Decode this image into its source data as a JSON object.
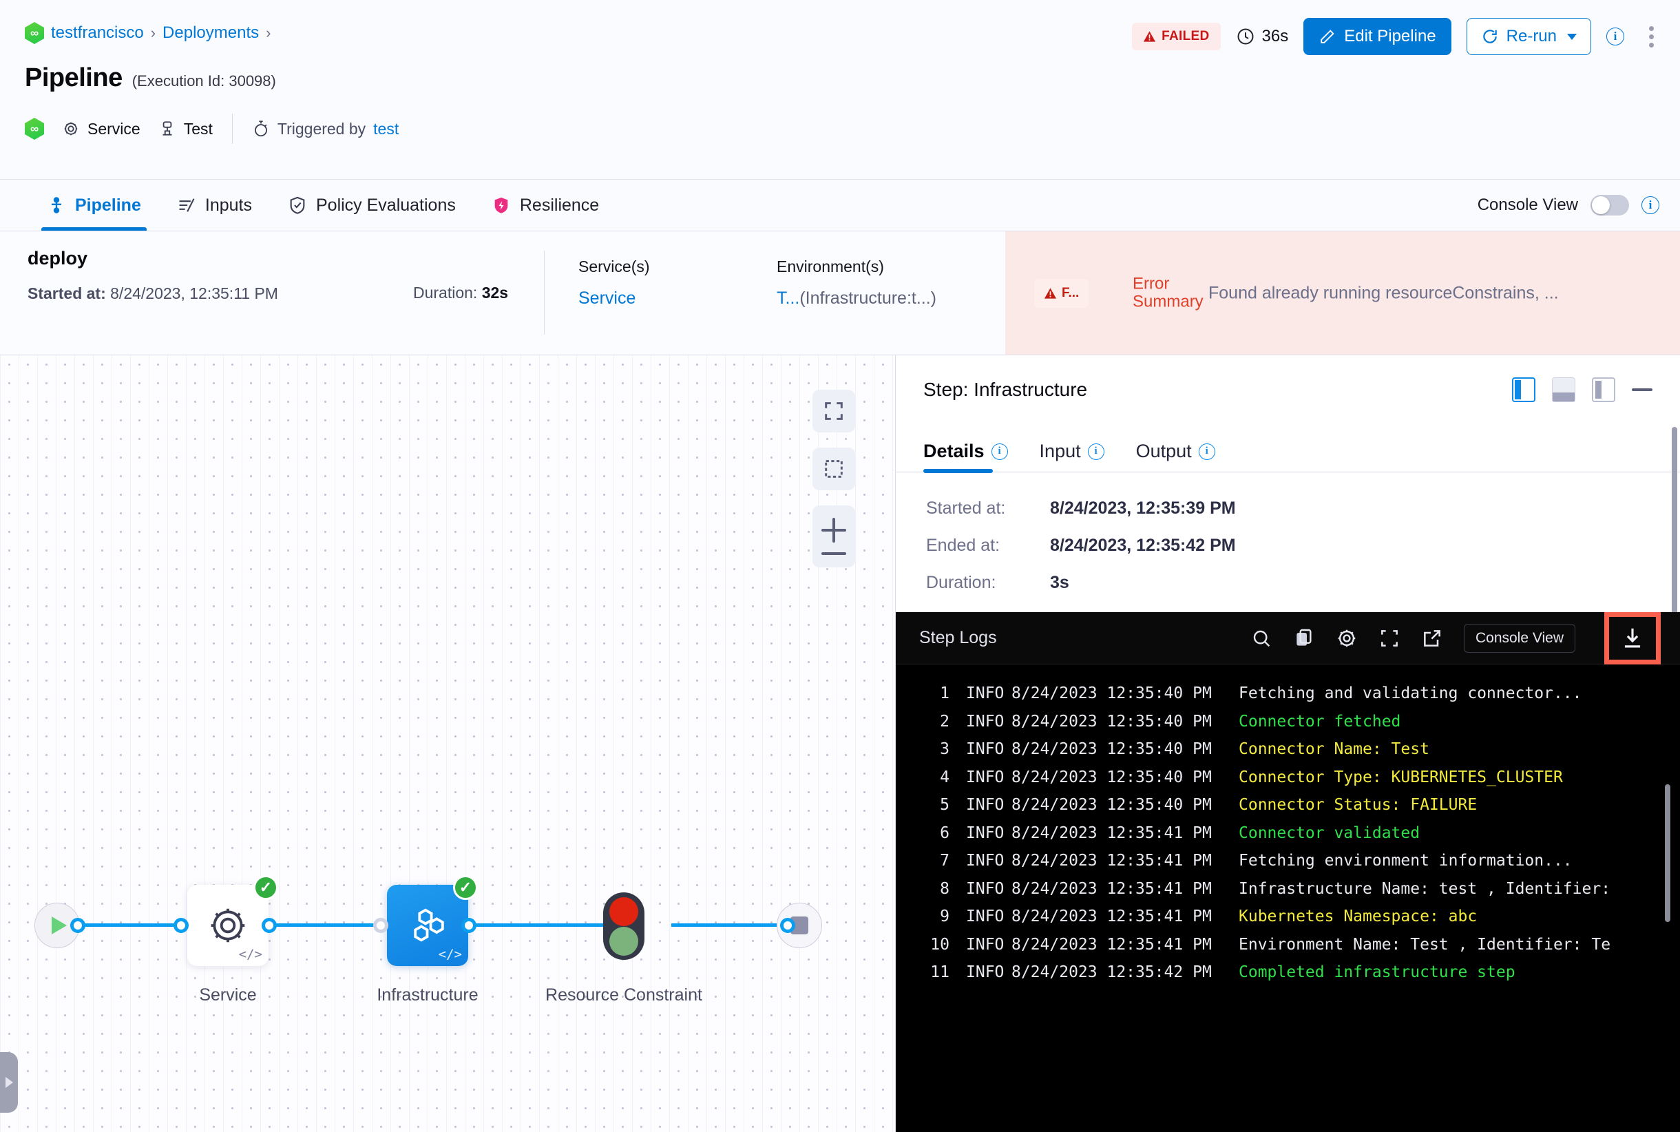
{
  "breadcrumb": {
    "logo_icon": "harness-logo-icon",
    "items": [
      {
        "label": "testfrancisco",
        "link": true
      },
      {
        "label": "Deployments",
        "link": true
      }
    ],
    "separator": "›"
  },
  "header": {
    "title": "Pipeline",
    "execution_id": "(Execution Id: 30098)",
    "meta": {
      "service_label": "Service",
      "service_icon": "gear-icon",
      "test_label": "Test",
      "test_icon": "infrastructure-icon",
      "trigger_icon": "stopwatch-icon",
      "triggered_by_label": "Triggered by",
      "triggered_by_user": "test"
    },
    "actions": {
      "status_badge": "FAILED",
      "status_icon": "warning-triangle-icon",
      "duration": "36s",
      "duration_icon": "clock-icon",
      "edit_label": "Edit Pipeline",
      "edit_icon": "pencil-icon",
      "rerun_label": "Re-run",
      "rerun_icon": "refresh-icon",
      "info_icon": "info-icon",
      "more_icon": "kebab-menu-icon"
    }
  },
  "tabs": {
    "items": [
      {
        "label": "Pipeline",
        "icon": "pipeline-icon",
        "active": true
      },
      {
        "label": "Inputs",
        "icon": "inputs-icon",
        "active": false
      },
      {
        "label": "Policy Evaluations",
        "icon": "shield-check-icon",
        "active": false
      },
      {
        "label": "Resilience",
        "icon": "resilience-icon",
        "active": false
      }
    ],
    "console_view_label": "Console View",
    "console_view_on": false,
    "info_icon": "info-icon"
  },
  "summary": {
    "stage_name": "deploy",
    "started_label": "Started at:",
    "started_value": "8/24/2023, 12:35:11 PM",
    "duration_label": "Duration:",
    "duration_value": "32s",
    "services_label": "Service(s)",
    "services_value": "Service",
    "environments_label": "Environment(s)",
    "environments_value_link": "T...",
    "environments_value_muted": "(Infrastructure:t...)",
    "error_chip": "F...",
    "error_chip_icon": "warning-triangle-icon",
    "error_label_line1": "Error",
    "error_label_line2": "Summary",
    "error_text": "Found already running resourceConstrains, ..."
  },
  "graph": {
    "start_node_icon": "play-icon",
    "end_node_icon": "stop-icon",
    "nodes": [
      {
        "label": "Service",
        "icon": "gear-icon",
        "status": "success",
        "selected": false
      },
      {
        "label": "Infrastructure",
        "icon": "infrastructure-hex-icon",
        "status": "success",
        "selected": true
      },
      {
        "label": "Resource Constraint",
        "icon": "traffic-light-icon",
        "status": "none",
        "selected": false
      }
    ],
    "tools": [
      {
        "name": "fit-to-screen-icon"
      },
      {
        "name": "select-area-icon"
      },
      {
        "name": "zoom-in-icon"
      },
      {
        "name": "zoom-out-icon"
      }
    ],
    "side_handle_icon": "expand-right-icon"
  },
  "detail": {
    "step_title": "Step: Infrastructure",
    "panel_icons": [
      {
        "name": "dock-right-icon",
        "active": true
      },
      {
        "name": "dock-bottom-icon",
        "active": false
      },
      {
        "name": "dock-left-icon",
        "active": false
      },
      {
        "name": "minimize-icon",
        "active": false
      }
    ],
    "tabs": [
      {
        "label": "Details",
        "active": true,
        "info_icon": "info-icon"
      },
      {
        "label": "Input",
        "active": false,
        "info_icon": "info-icon"
      },
      {
        "label": "Output",
        "active": false,
        "info_icon": "info-icon"
      }
    ],
    "fields": [
      {
        "key": "Started at:",
        "value": "8/24/2023, 12:35:39 PM"
      },
      {
        "key": "Ended at:",
        "value": "8/24/2023, 12:35:42 PM"
      },
      {
        "key": "Duration:",
        "value": "3s"
      }
    ]
  },
  "logs": {
    "title": "Step Logs",
    "toolbar": [
      {
        "name": "search-icon"
      },
      {
        "name": "copy-icon"
      },
      {
        "name": "gear-icon"
      },
      {
        "name": "fullscreen-icon"
      },
      {
        "name": "open-external-icon"
      }
    ],
    "console_view_label": "Console View",
    "download_icon": "download-icon",
    "download_highlighted": true,
    "highlight_color": "#f9604e",
    "lines": [
      {
        "n": "1",
        "level": "INFO",
        "ts": "8/24/2023 12:35:40 PM",
        "msg": "Fetching and validating connector...",
        "color": "white"
      },
      {
        "n": "2",
        "level": "INFO",
        "ts": "8/24/2023 12:35:40 PM",
        "msg": "Connector fetched",
        "color": "green"
      },
      {
        "n": "3",
        "level": "INFO",
        "ts": "8/24/2023 12:35:40 PM",
        "msg": "Connector Name: Test",
        "color": "yellow"
      },
      {
        "n": "4",
        "level": "INFO",
        "ts": "8/24/2023 12:35:40 PM",
        "msg": "Connector Type: KUBERNETES_CLUSTER",
        "color": "yellow"
      },
      {
        "n": "5",
        "level": "INFO",
        "ts": "8/24/2023 12:35:40 PM",
        "msg": "Connector Status: FAILURE",
        "color": "yellow"
      },
      {
        "n": "6",
        "level": "INFO",
        "ts": "8/24/2023 12:35:41 PM",
        "msg": "Connector validated",
        "color": "green"
      },
      {
        "n": "7",
        "level": "INFO",
        "ts": "8/24/2023 12:35:41 PM",
        "msg": "Fetching environment information...",
        "color": "white"
      },
      {
        "n": "8",
        "level": "INFO",
        "ts": "8/24/2023 12:35:41 PM",
        "msg": "Infrastructure Name: test , Identifier:",
        "color": "white"
      },
      {
        "n": "9",
        "level": "INFO",
        "ts": "8/24/2023 12:35:41 PM",
        "msg": "Kubernetes Namespace: abc",
        "color": "yellow"
      },
      {
        "n": "10",
        "level": "INFO",
        "ts": "8/24/2023 12:35:41 PM",
        "msg": "Environment Name: Test , Identifier: Te",
        "color": "white"
      },
      {
        "n": "11",
        "level": "INFO",
        "ts": "8/24/2023 12:35:42 PM",
        "msg": "Completed infrastructure step",
        "color": "green"
      }
    ]
  },
  "colors": {
    "accent": "#0278d5",
    "danger": "#c91717",
    "success": "#32ad3f",
    "highlight": "#f9604e"
  }
}
